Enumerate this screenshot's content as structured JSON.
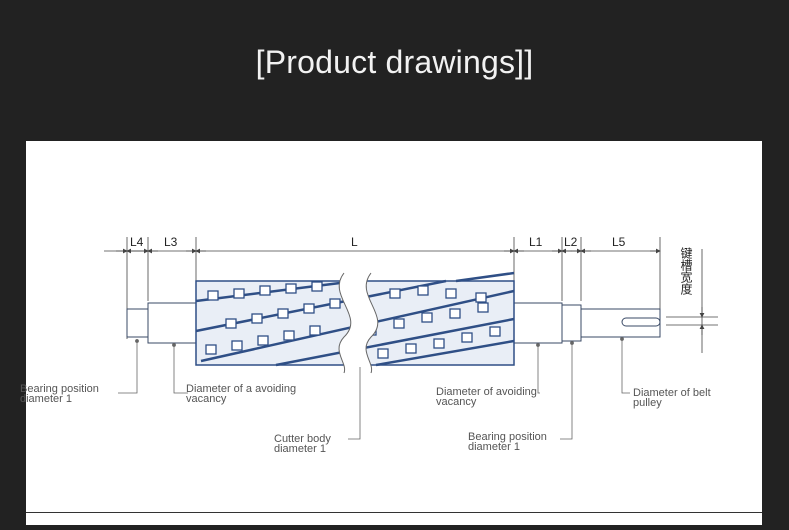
{
  "page": {
    "title": "[Product drawings]]"
  },
  "drawing": {
    "dimensions": {
      "L4": "L4",
      "L3": "L3",
      "L": "L",
      "L1": "L1",
      "L2": "L2",
      "L5": "L5",
      "keyway_width": "键槽宽度"
    },
    "labels": {
      "bearing_left": [
        "Bearing position",
        "diameter 1"
      ],
      "avoid_left": [
        "Diameter of a avoiding",
        "vacancy"
      ],
      "cutter_body": [
        "Cutter body",
        "diameter 1"
      ],
      "avoid_right": [
        "Diameter of avoiding",
        "vacancy"
      ],
      "bearing_right": [
        "Bearing position",
        "diameter 1"
      ],
      "belt_pulley": [
        "Diameter of belt",
        "pulley"
      ]
    },
    "colors": {
      "cutter": "#2f4f86",
      "line": "#444444",
      "panel": "#ffffff",
      "background": "#222222"
    }
  }
}
